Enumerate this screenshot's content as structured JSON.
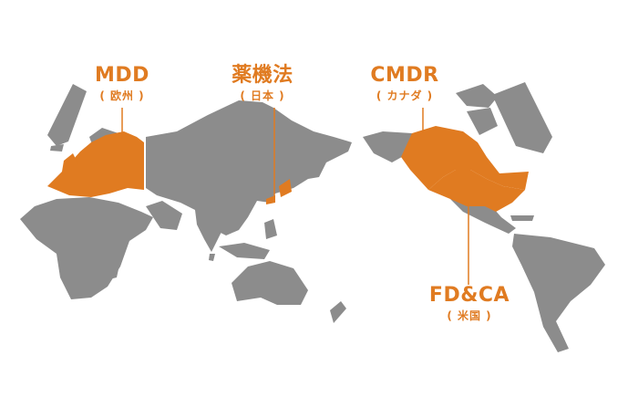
{
  "colors": {
    "land": "#8c8c8c",
    "highlight": "#e07b21",
    "background": "#ffffff"
  },
  "regions": [
    {
      "id": "eu",
      "name": "MDD",
      "sub": "( 欧州 )"
    },
    {
      "id": "jp",
      "name": "薬機法",
      "sub": "( 日本 )"
    },
    {
      "id": "ca",
      "name": "CMDR",
      "sub": "( カナダ )"
    },
    {
      "id": "us",
      "name": "FD&CA",
      "sub": "( 米国 )"
    }
  ]
}
